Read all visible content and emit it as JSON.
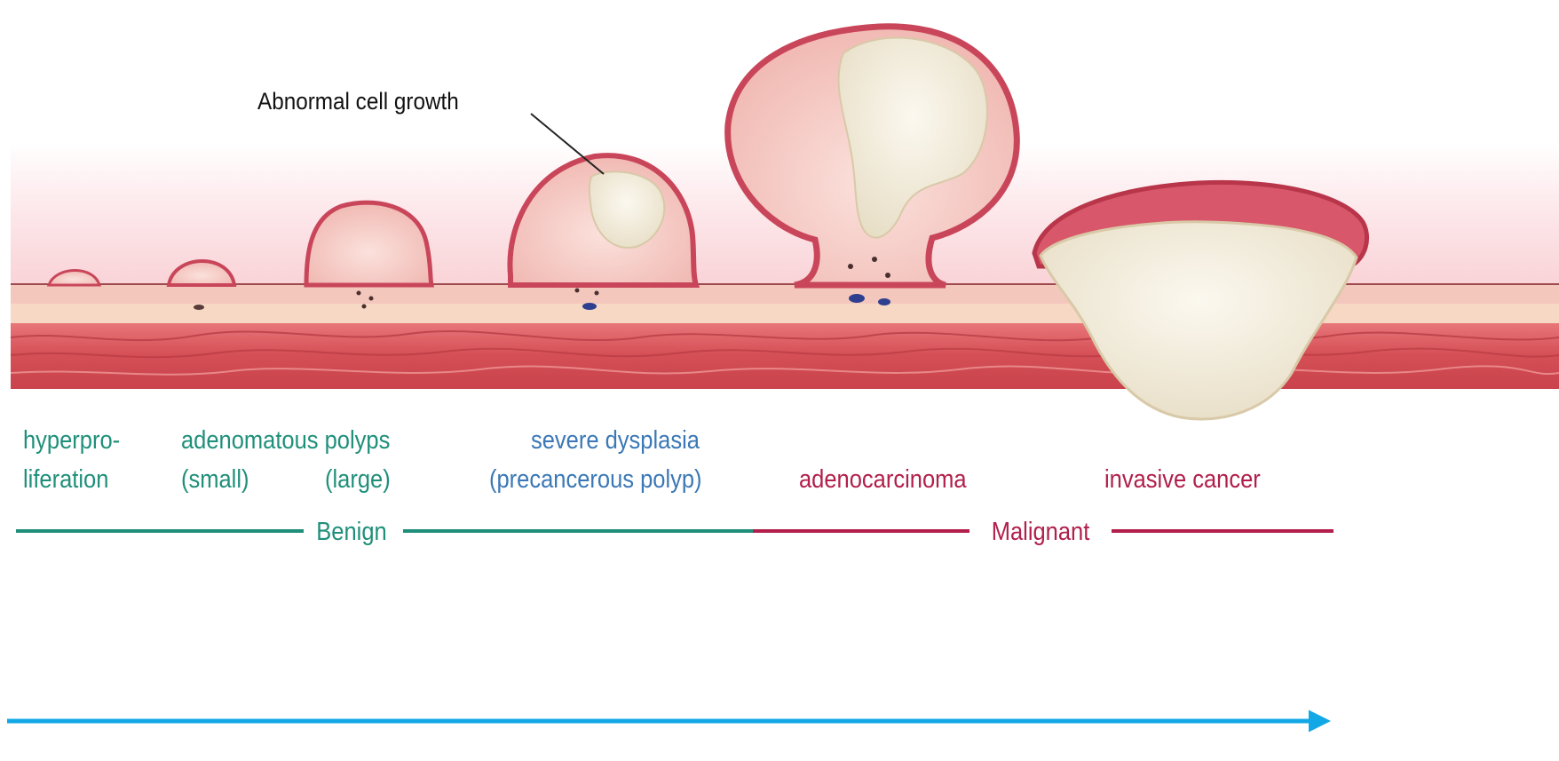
{
  "callout": {
    "label": "Abnormal cell growth"
  },
  "stages": [
    {
      "lines": [
        "hyperpro-",
        "liferation"
      ]
    },
    {
      "lines": [
        "adenomatous polyps",
        "(small)",
        "(large)"
      ]
    },
    {
      "lines": [
        "severe dysplasia",
        "(precancerous polyp)"
      ]
    },
    {
      "lines": [
        "adenocarcinoma"
      ]
    },
    {
      "lines": [
        "invasive cancer"
      ]
    }
  ],
  "groups": {
    "benign": "Benign",
    "malignant": "Malignant"
  },
  "colors": {
    "benign": "#1f8f7a",
    "dysplasia": "#3b78b5",
    "malignant": "#b11f4a",
    "progression_arrow": "#12a8e6",
    "mucosa": "#f4c7bd",
    "submucosa": "#f6d8c4",
    "muscle": "#d9545a",
    "polyp_rim": "#c9465a",
    "tumor": "#f3ecdc"
  }
}
